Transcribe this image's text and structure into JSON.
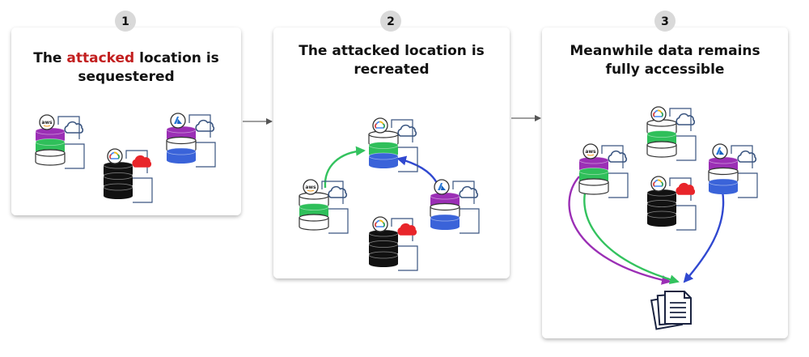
{
  "steps": [
    {
      "number": "1",
      "title_prefix": "The ",
      "title_highlight": "attacked",
      "title_after": " location is",
      "title_line2": "sequestered"
    },
    {
      "number": "2",
      "title_line1": "The attacked location is",
      "title_line2": "recreated"
    },
    {
      "number": "3",
      "title_line1": "Meanwhile data remains",
      "title_line2": "fully accessible"
    }
  ],
  "provider_labels": {
    "aws": "aws"
  },
  "colors": {
    "highlight": "#c21f1f",
    "purple": "#9b2fb5",
    "green": "#2fbf5a",
    "blue": "#3a63d9",
    "black": "#111111",
    "red_cloud": "#e8252a",
    "arrow_green": "#33c25e",
    "arrow_purple": "#9b2fb5",
    "arrow_blue": "#3048d0"
  },
  "icons": [
    "aws-logo-icon",
    "google-cloud-icon",
    "azure-icon",
    "cloud-icon",
    "red-cloud-icon",
    "document-stack-icon"
  ]
}
